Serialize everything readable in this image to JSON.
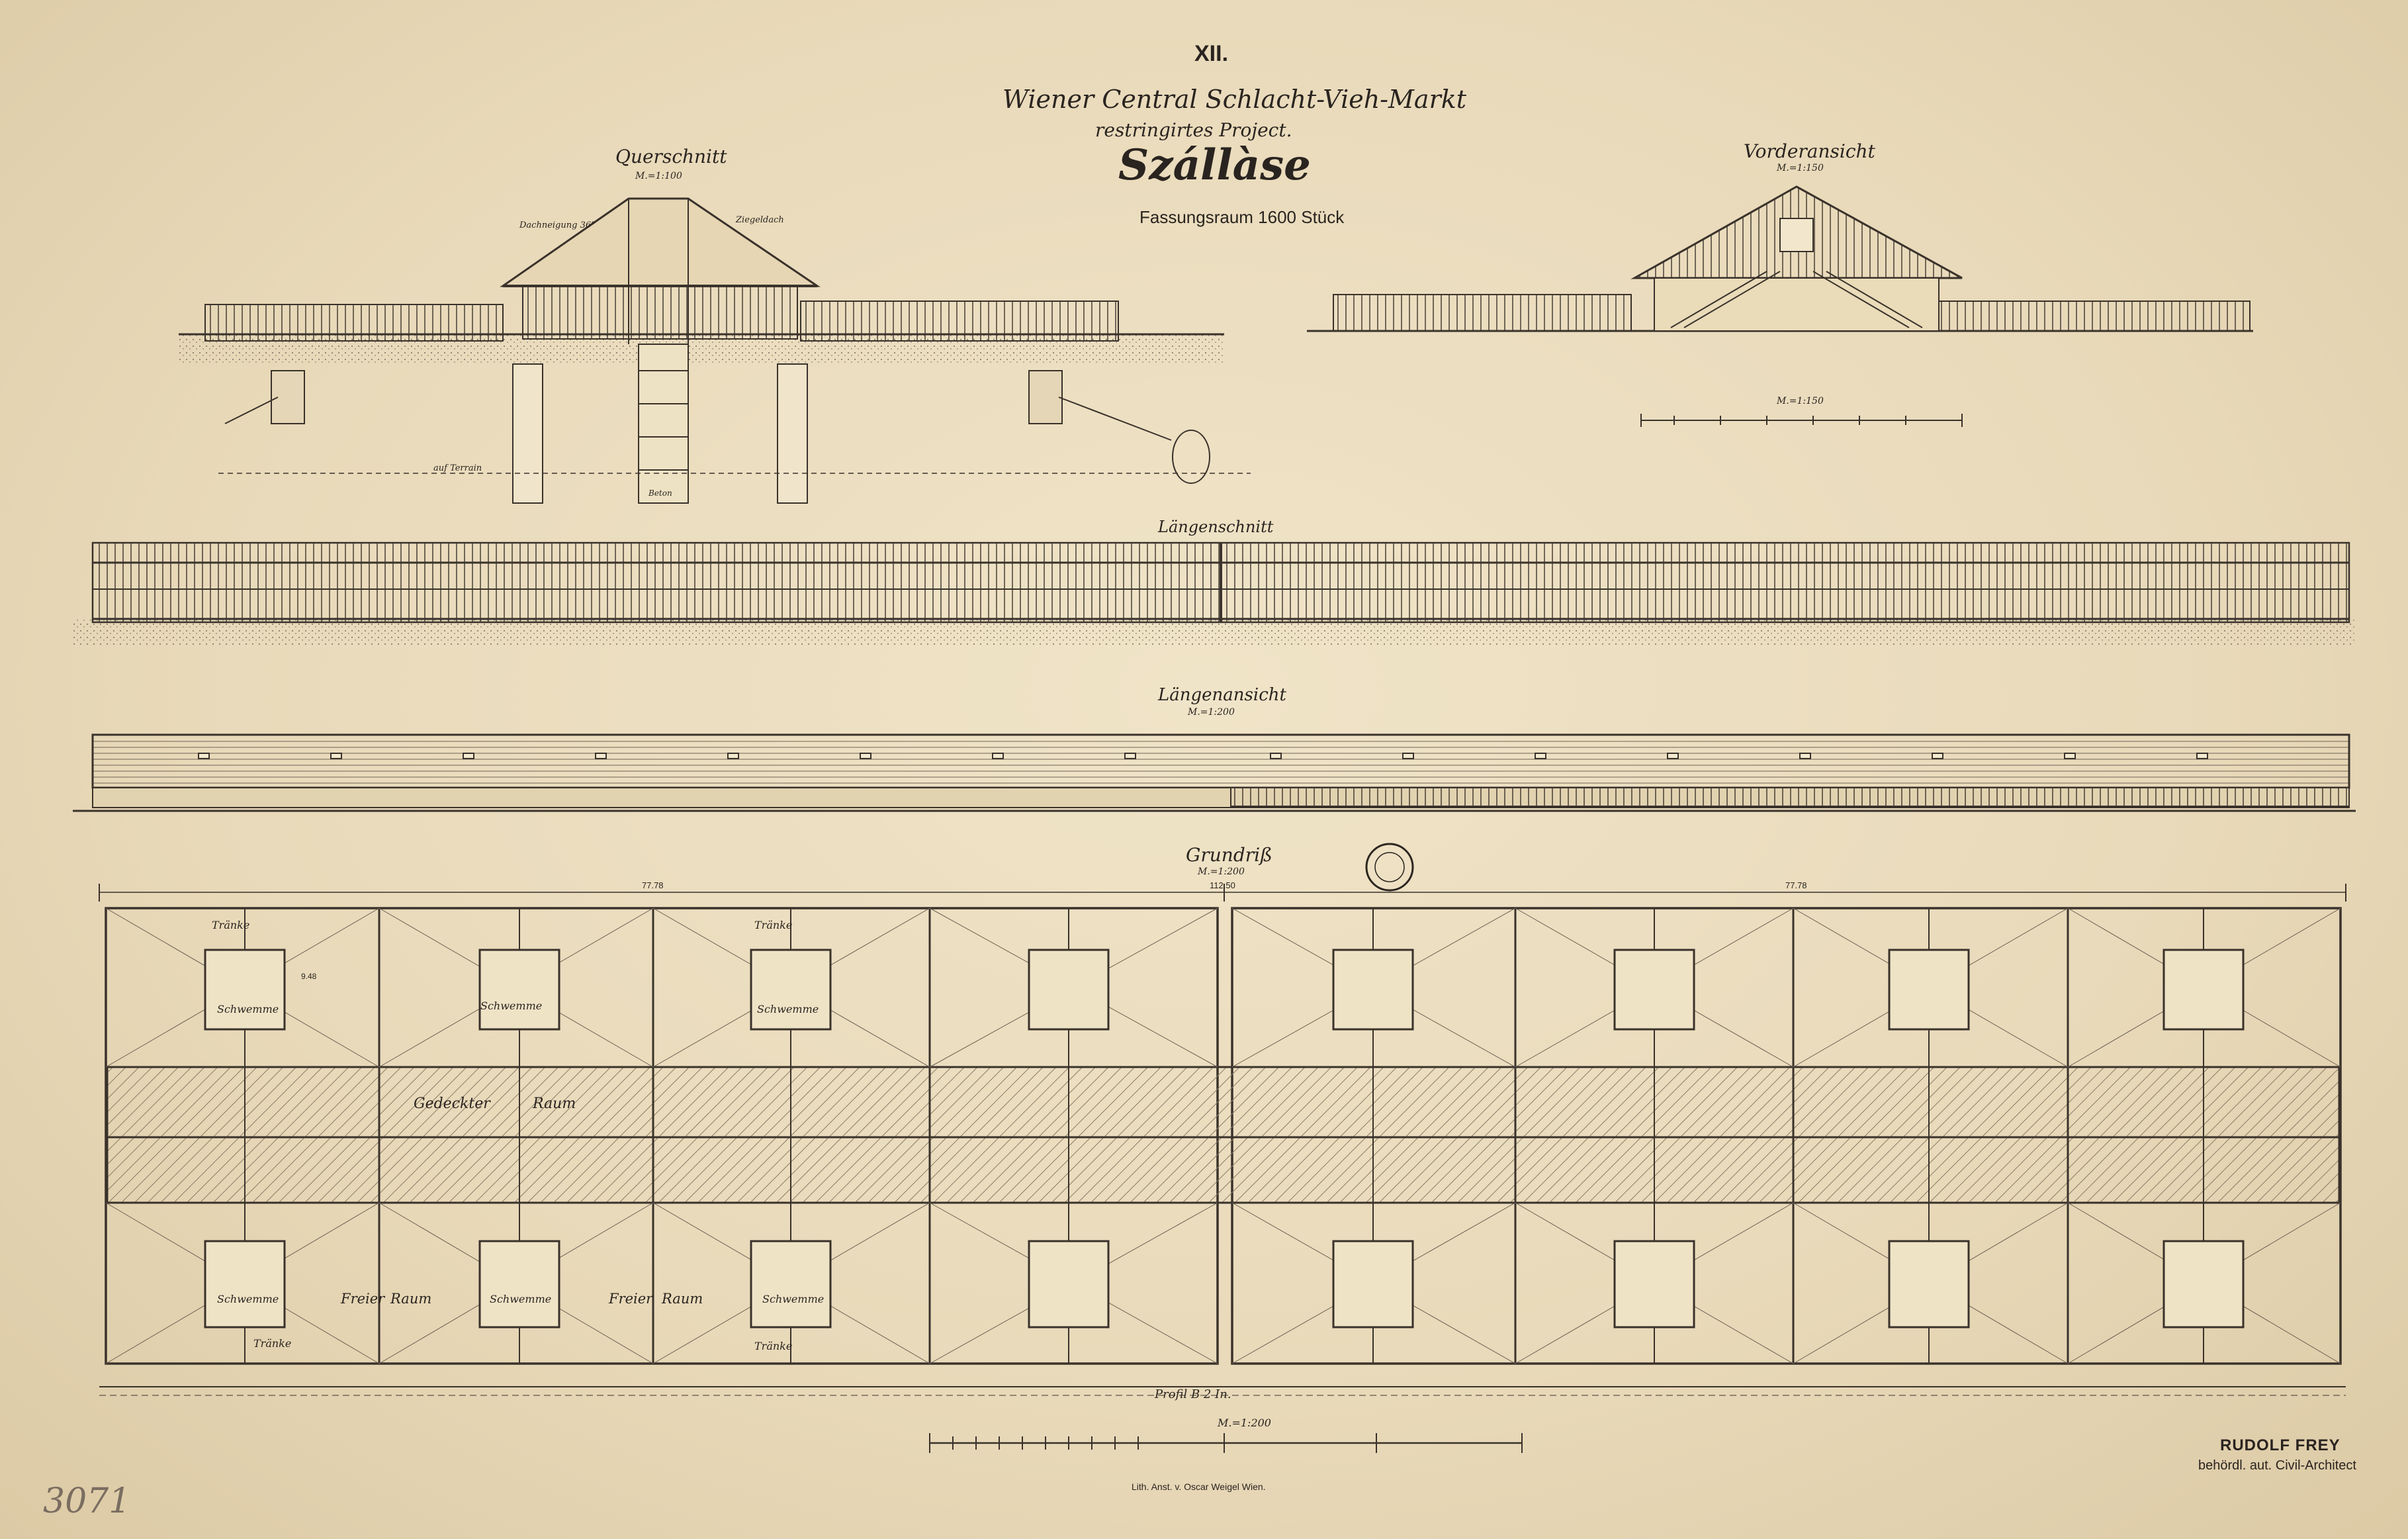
{
  "header": {
    "plate_number": "XII.",
    "line1": "Wiener Central Schlacht-Vieh-Markt",
    "line2": "restringirtes Project.",
    "title": "Szállàse",
    "capacity": "Fassungsraum 1600 Stück"
  },
  "views": {
    "cross_section": {
      "title": "Querschnitt",
      "scale": "M.=1:100",
      "roof_slope": "Dachneigung 36°",
      "roof_type": "Ziegeldach",
      "terrain": "auf Terrain",
      "beton": "Beton"
    },
    "front_elevation": {
      "title": "Vorderansicht",
      "scale": "M.=1:150"
    },
    "long_section": {
      "title": "Längenschnitt"
    },
    "long_elevation": {
      "title": "Längenansicht",
      "scale": "M.=1:200"
    },
    "plan": {
      "title": "Grundriß",
      "scale": "M.=1:200",
      "dim_left": "77.78",
      "dim_center": "112.50",
      "dim_right": "77.78",
      "covered_label_1": "Gedeckter",
      "covered_label_2": "Raum",
      "schwemme": "Schwemme",
      "freier": "Freier",
      "raum": "Raum",
      "tranke": "Tränke",
      "bay_dim": "9.48",
      "profile_label": "Profil B 2 In.",
      "bottom_scale": "M.=1:200"
    }
  },
  "small_scale": {
    "label": "M.=1:150"
  },
  "footer": {
    "architect": "RUDOLF FREY",
    "architect_title": "behördl. aut. Civil-Architect",
    "printer": "Lith. Anst. v. Oscar Weigel Wien.",
    "inventory_number": "3071"
  },
  "colors": {
    "ink": "#3a322b",
    "paper": "#ecdfc2",
    "hatch": "#8a7a66"
  }
}
